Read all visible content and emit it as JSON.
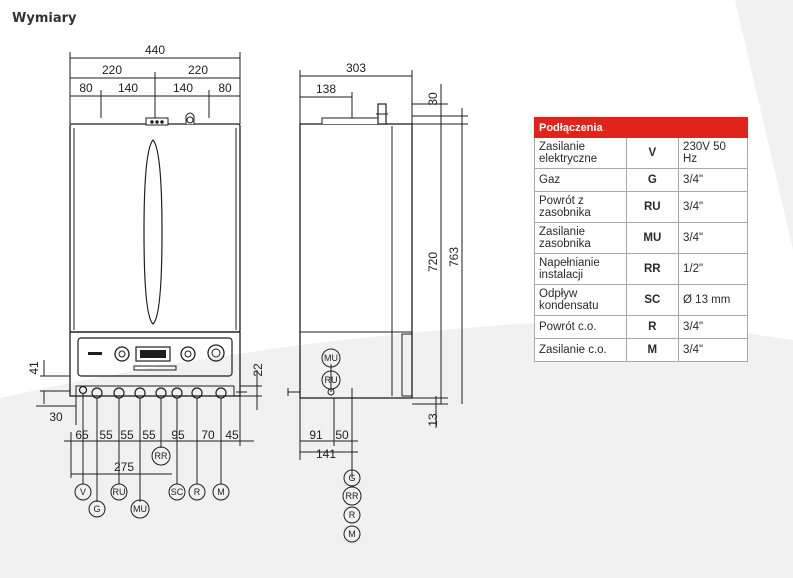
{
  "title": "Wymiary",
  "colors": {
    "accent": "#e2231a",
    "line": "#1e1e1e",
    "background_shape": "#f1f1f2"
  },
  "front_view": {
    "dims_top": [
      "440",
      "220",
      "220",
      "80",
      "140",
      "140",
      "80"
    ],
    "dims_left": [
      "41",
      "30"
    ],
    "dim_right": "22",
    "dims_bottom": [
      "65",
      "55",
      "55",
      "55",
      "95",
      "70",
      "45"
    ],
    "dim_275": "275",
    "connectors": [
      "V",
      "G",
      "RU",
      "MU",
      "RR",
      "SC",
      "R",
      "M"
    ]
  },
  "side_view": {
    "dims": [
      "303",
      "138",
      "30",
      "720",
      "763",
      "13",
      "91",
      "50",
      "141"
    ],
    "connectors_upper": [
      "MU",
      "RU"
    ],
    "connectors_lower": [
      "G",
      "RR",
      "R",
      "M"
    ]
  },
  "table": {
    "header": "Podłączenia",
    "rows": [
      {
        "name": "Zasilanie elektryczne",
        "code": "V",
        "value": "230V 50 Hz"
      },
      {
        "name": "Gaz",
        "code": "G",
        "value": "3/4\""
      },
      {
        "name": "Powrót z zasobnika",
        "code": "RU",
        "value": "3/4\""
      },
      {
        "name": "Zasilanie zasobnika",
        "code": "MU",
        "value": "3/4\""
      },
      {
        "name": "Napełnianie instalacji",
        "code": "RR",
        "value": "1/2\""
      },
      {
        "name": "Odpływ kondensatu",
        "code": "SC",
        "value": "Ø 13 mm"
      },
      {
        "name": "Powrót c.o.",
        "code": "R",
        "value": "3/4\""
      },
      {
        "name": "Zasilanie c.o.",
        "code": "M",
        "value": "3/4\""
      }
    ]
  }
}
